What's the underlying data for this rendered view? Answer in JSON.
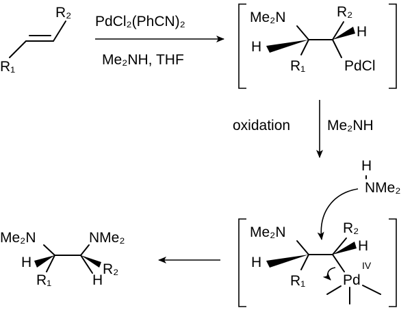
{
  "reaction_step_1": {
    "reagent": "PdCl₂(PhCN)₂",
    "conditions": "Me₂NH, THF"
  },
  "step_2": {
    "left_label": "oxidation",
    "right_label": "Me₂NH"
  },
  "alkene": {
    "sub_r1": "R₁",
    "sub_r2": "R₂"
  },
  "intermediate_1": {
    "amine": "Me₂N",
    "r2": "R₂",
    "h_right": "H",
    "h_left": "H",
    "r1": "R₁",
    "metal": "PdCl"
  },
  "amine_nucleophile": {
    "h": "H",
    "group": "NMe₂"
  },
  "intermediate_2": {
    "amine": "Me₂N",
    "r2": "R₂",
    "h_right": "H",
    "h_left": "H",
    "r1": "R₁",
    "metal": "Pd",
    "oxidation_state": "IV"
  },
  "product": {
    "amine_left": "Me₂N",
    "amine_right": "NMe₂",
    "h_left": "H",
    "r1": "R₁",
    "r2": "R₂",
    "h_right": "H"
  }
}
